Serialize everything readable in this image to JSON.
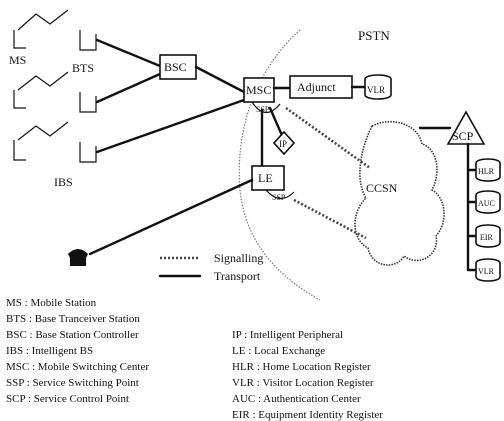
{
  "labels": {
    "pstn": "PSTN",
    "ms": "MS",
    "bts": "BTS",
    "ibs": "IBS",
    "bsc": "BSC",
    "msc": "MSC",
    "ssp": "SSP",
    "adjunct": "Adjunct",
    "vlr": "VLR",
    "ip": "IP",
    "le": "LE",
    "ccsn": "CCSN",
    "scp": "SCP",
    "hlr": "HLR",
    "auc": "AUC",
    "eir": "EIR"
  },
  "line_legend": {
    "signalling": "Signalling",
    "transport": "Transport"
  },
  "abbreviations": {
    "left": [
      "MS : Mobile Station",
      "BTS : Base Tranceiver Station",
      "BSC : Base Station Controller",
      "IBS : Intelligent BS",
      "MSC : Mobile Switching Center",
      "SSP : Service Switching Point",
      "SCP : Service Control Point"
    ],
    "right": [
      "IP : Intelligent Peripheral",
      "LE : Local Exchange",
      "HLR : Home Location Register",
      "VLR : Visitor Location Register",
      "AUC : Authentication Center",
      "EIR : Equipment Identity Register"
    ]
  }
}
